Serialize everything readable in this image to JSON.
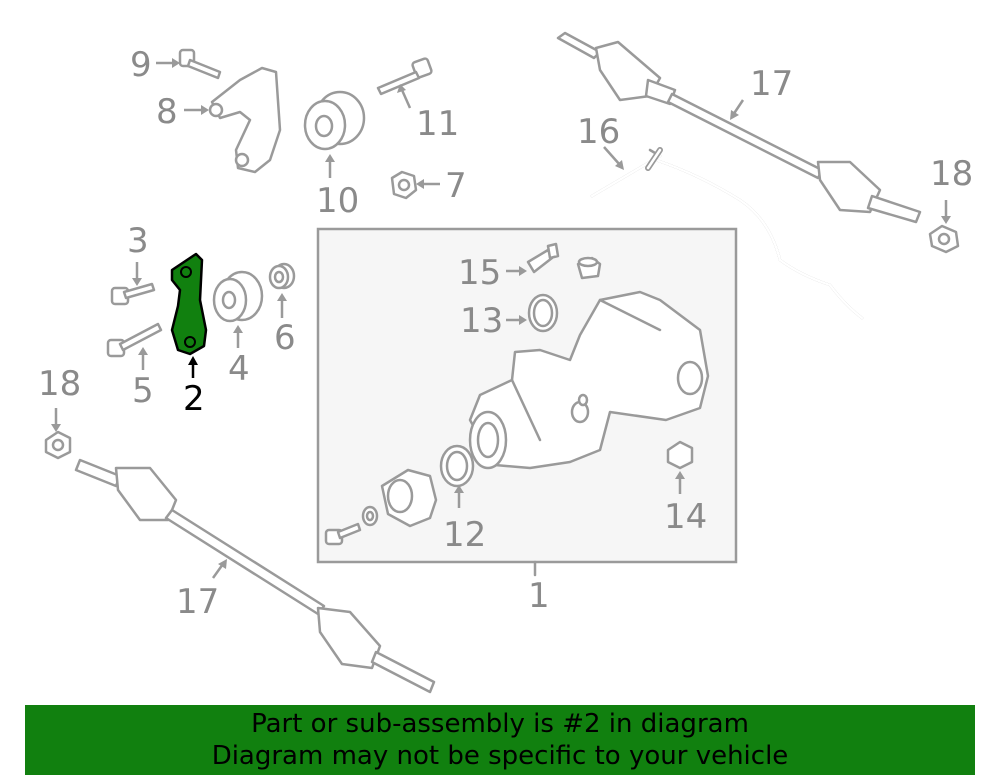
{
  "callouts": {
    "c1": "1",
    "c2": "2",
    "c3": "3",
    "c4": "4",
    "c5": "5",
    "c6": "6",
    "c7": "7",
    "c8": "8",
    "c9": "9",
    "c10": "10",
    "c11": "11",
    "c12": "12",
    "c13": "13",
    "c14": "14",
    "c15": "15",
    "c16": "16",
    "c17_top": "17",
    "c17_bottom": "17",
    "c18_right": "18",
    "c18_left": "18"
  },
  "highlight_color": "#11800f",
  "banner": {
    "line1": "Part or sub-assembly is #2 in diagram",
    "line2": "Diagram may not be specific to your vehicle"
  }
}
